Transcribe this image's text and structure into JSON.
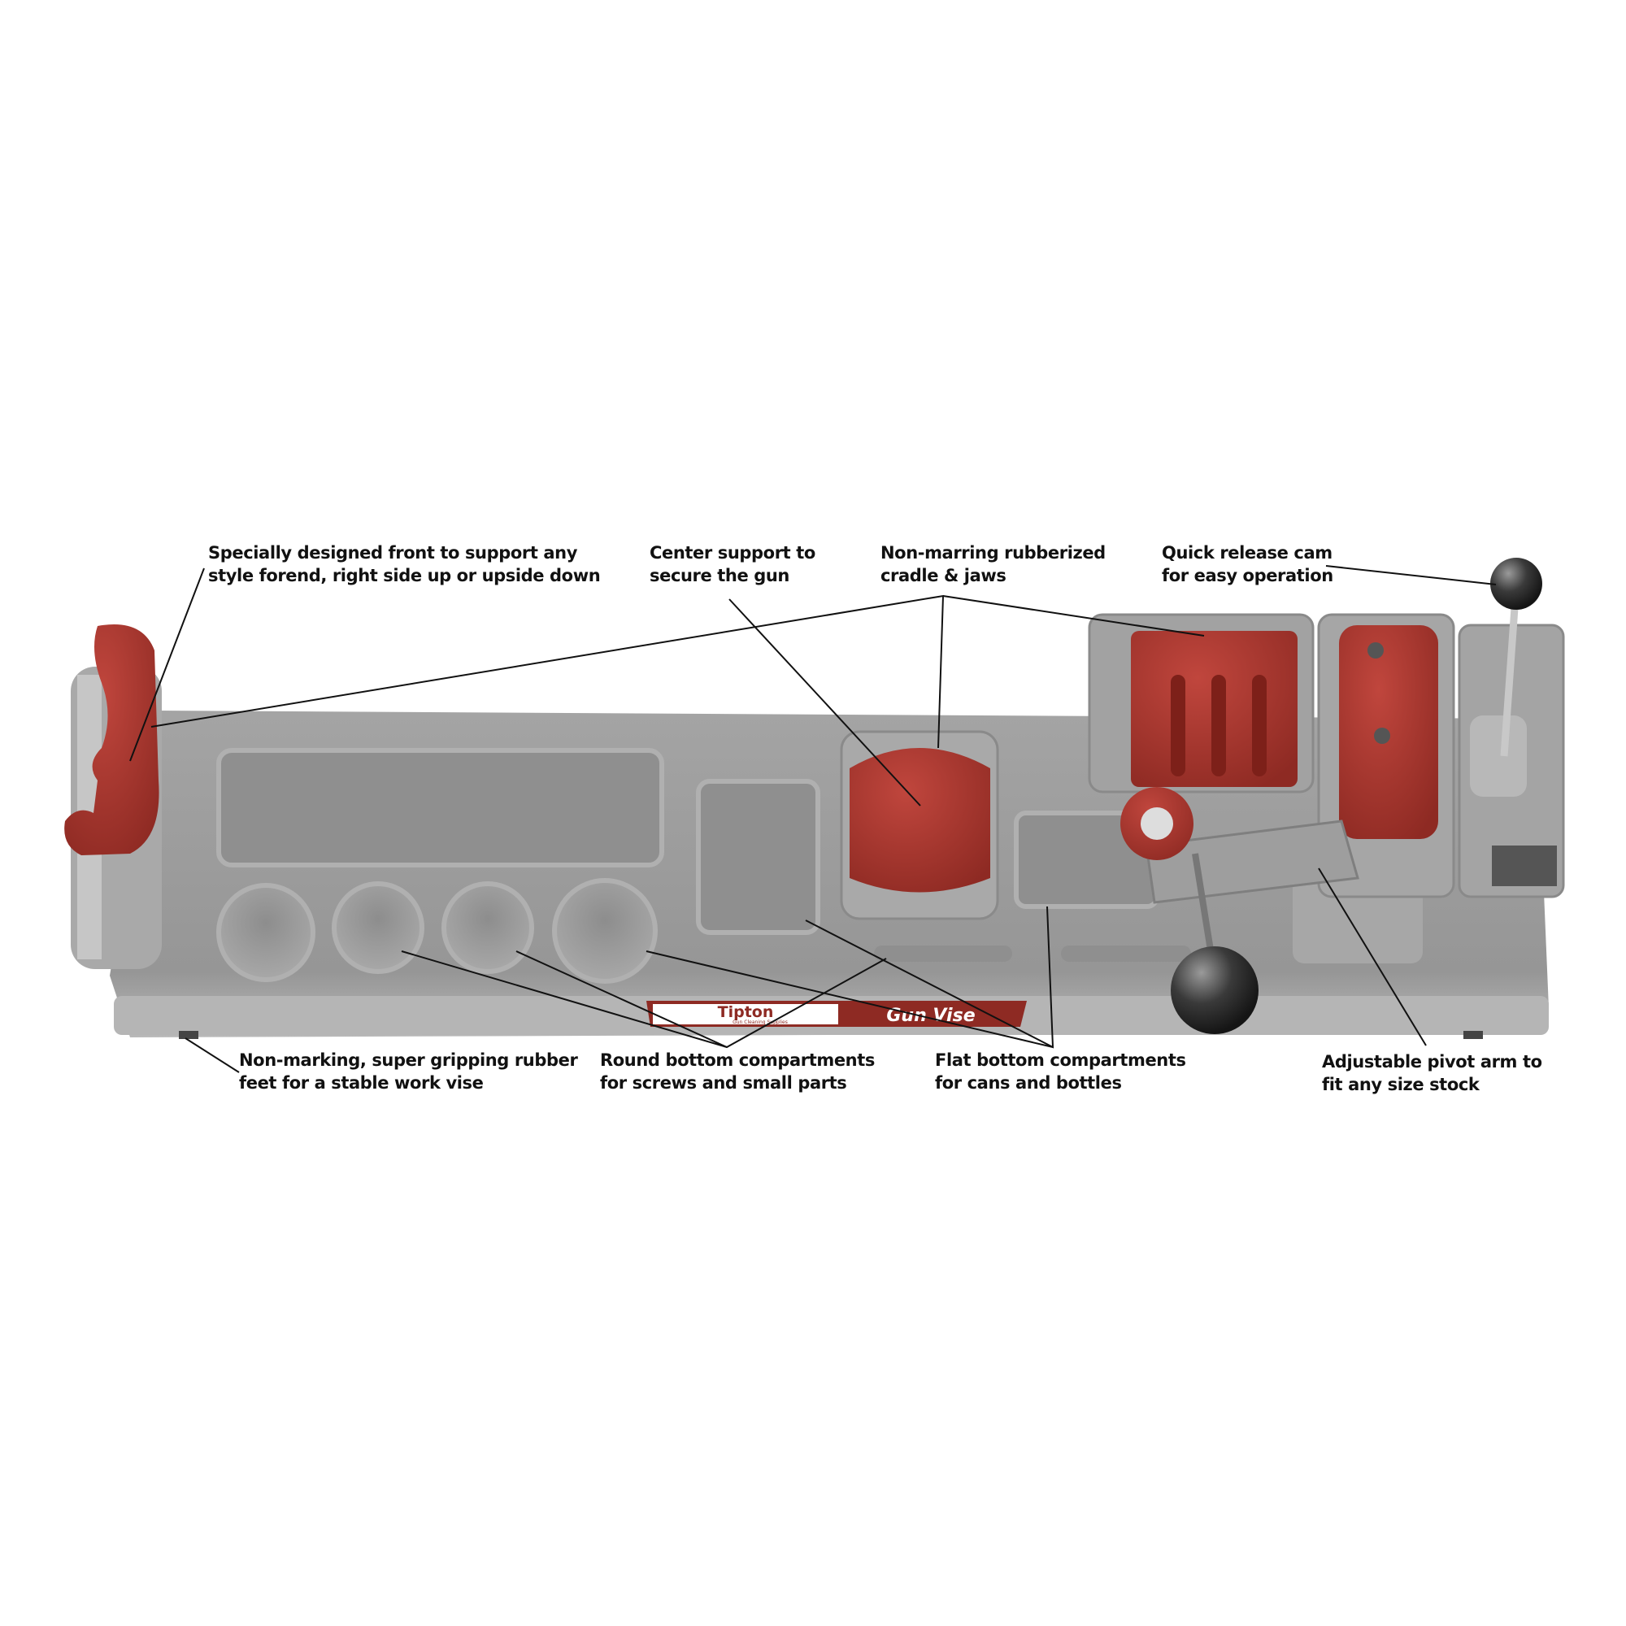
{
  "product": {
    "brand": "Tipton",
    "brand_tagline": "Gun Cleaning Supplies",
    "product_name": "Gun Vise",
    "colors": {
      "body": "#9a9a9a",
      "rubber": "#a8332b",
      "banner": "#8e2a23",
      "ink": "#111111"
    }
  },
  "callouts": {
    "front_support": {
      "line1": "Specially designed front to support any",
      "line2": "style forend, right side up or upside down"
    },
    "center_support": {
      "line1": "Center support to",
      "line2": "secure the gun"
    },
    "cradle_jaws": {
      "line1": "Non-marring rubberized",
      "line2": "cradle & jaws"
    },
    "quick_release": {
      "line1": "Quick release cam",
      "line2": "for easy operation"
    },
    "rubber_feet": {
      "line1": "Non-marking, super gripping rubber",
      "line2": "feet for a stable work vise"
    },
    "round_compartments": {
      "line1": "Round bottom compartments",
      "line2": "for screws and small parts"
    },
    "flat_compartments": {
      "line1": "Flat bottom compartments",
      "line2": "for cans and bottles"
    },
    "pivot_arm": {
      "line1": "Adjustable pivot arm to",
      "line2": "fit any size stock"
    }
  }
}
